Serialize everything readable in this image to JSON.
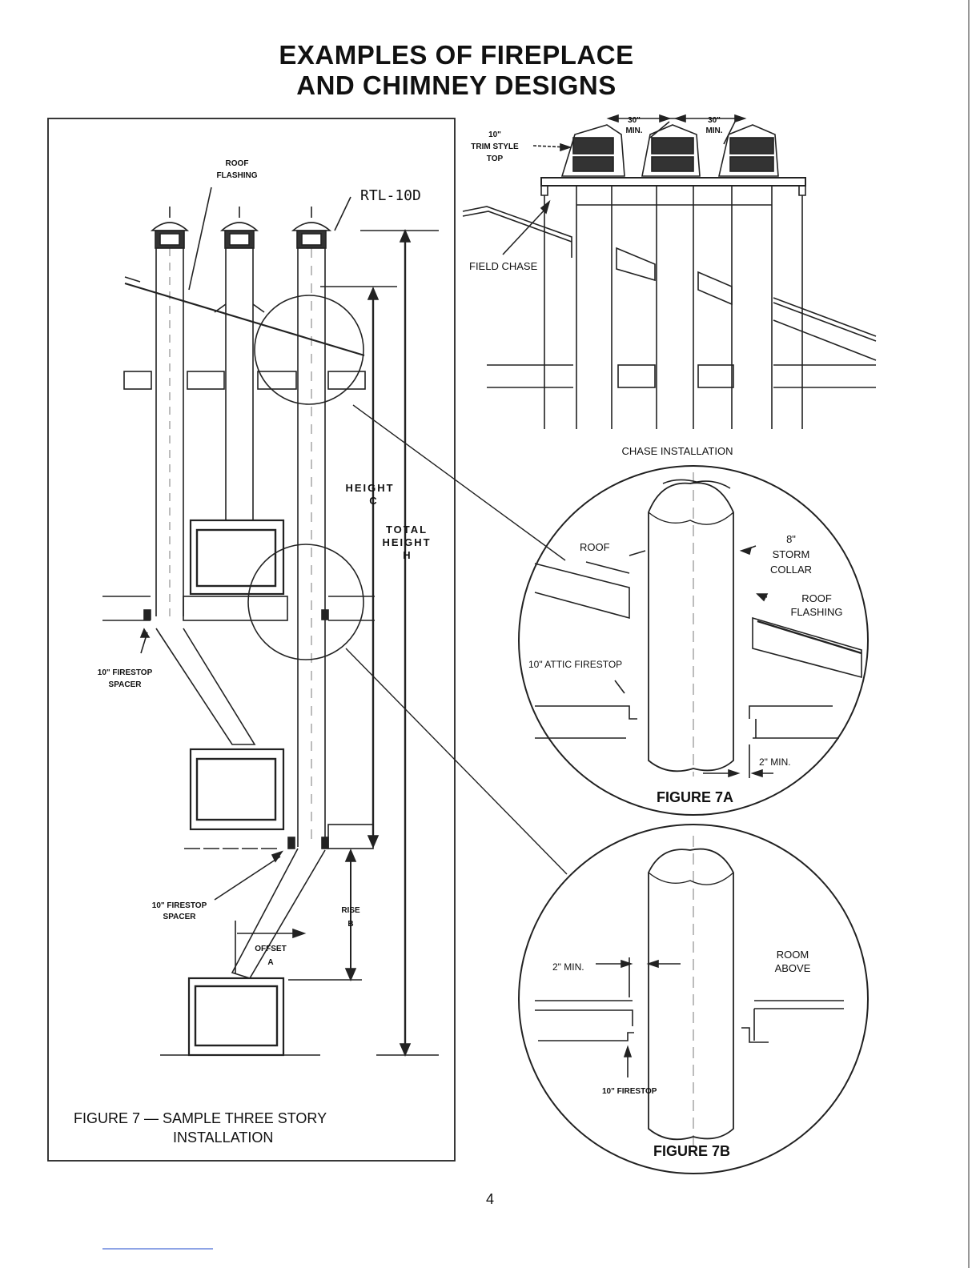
{
  "title": {
    "line1": "EXAMPLES OF FIREPLACE",
    "line2": "AND CHIMNEY DESIGNS"
  },
  "figure7": {
    "roof_flashing_1": "ROOF",
    "roof_flashing_2": "FLASHING",
    "model": "RTL-10D",
    "height_c_1": "HEIGHT",
    "height_c_2": "C",
    "total_h_1": "TOTAL",
    "total_h_2": "HEIGHT",
    "total_h_3": "H",
    "firestop_spacer_1a": "10\" FIRESTOP",
    "firestop_spacer_1b": "SPACER",
    "firestop_spacer_2a": "10\" FIRESTOP",
    "firestop_spacer_2b": "SPACER",
    "rise_1": "RISE",
    "rise_2": "B",
    "offset_1": "OFFSET",
    "offset_2": "A",
    "caption_1": "FIGURE 7 — SAMPLE THREE STORY",
    "caption_2": "INSTALLATION"
  },
  "chase": {
    "trim_1": "10\"",
    "trim_2": "TRIM STYLE",
    "trim_3": "TOP",
    "dim_left_1": "30\"",
    "dim_left_2": "MIN.",
    "dim_right_1": "30\"",
    "dim_right_2": "MIN.",
    "field_chase": "FIELD CHASE",
    "caption": "CHASE INSTALLATION"
  },
  "figure7a": {
    "roof": "ROOF",
    "storm_1": "8\"",
    "storm_2": "STORM",
    "storm_3": "COLLAR",
    "flash_1": "ROOF",
    "flash_2": "FLASHING",
    "attic_firestop": "10\" ATTIC FIRESTOP",
    "min": "2\" MIN.",
    "caption": "FIGURE 7A"
  },
  "figure7b": {
    "min": "2\" MIN.",
    "room_1": "ROOM",
    "room_2": "ABOVE",
    "firestop": "10\" FIRESTOP",
    "caption": "FIGURE 7B"
  },
  "page_number": "4"
}
